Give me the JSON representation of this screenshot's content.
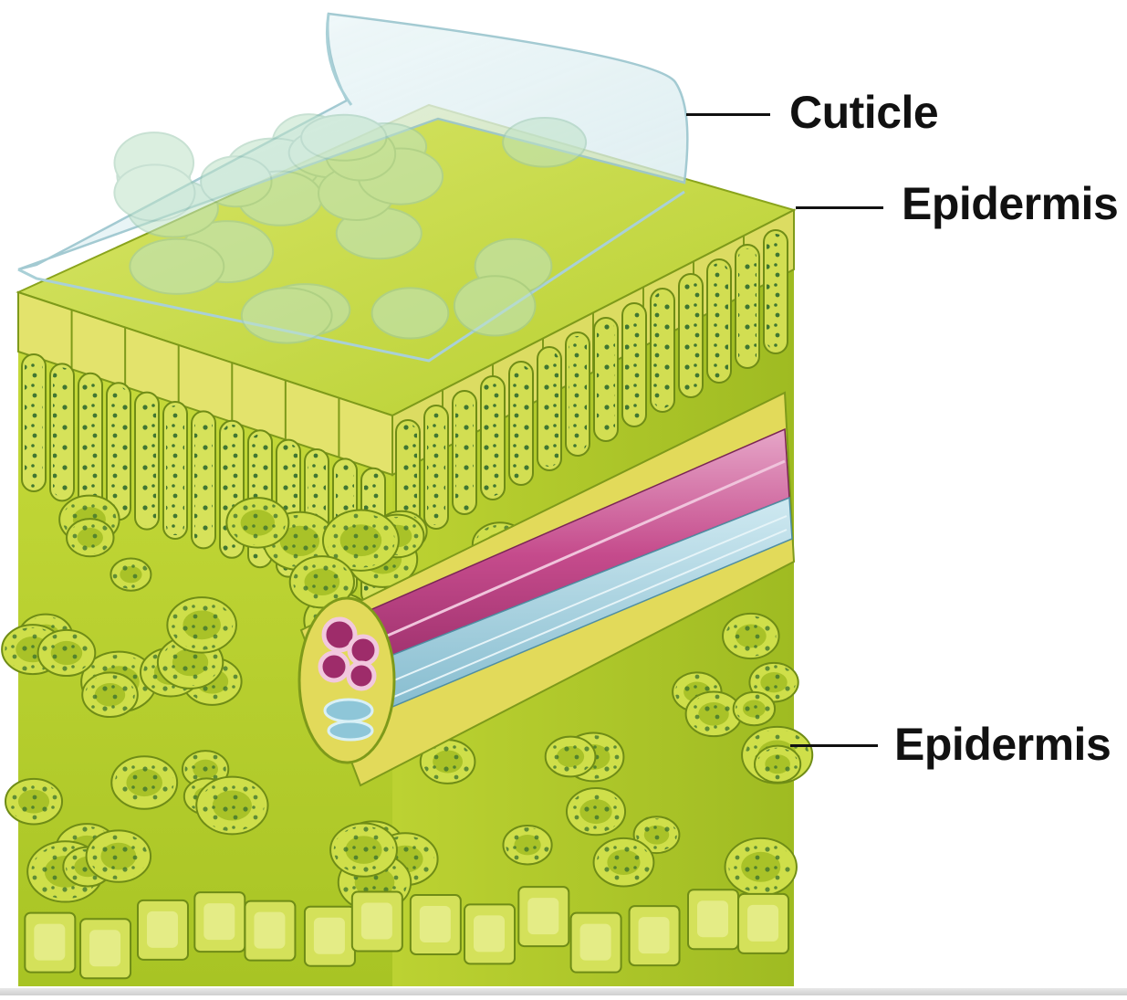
{
  "labels": {
    "cuticle": "Cuticle",
    "upper_epidermis": "Epidermis",
    "lower_epidermis": "Epidermis"
  },
  "colors": {
    "leaf_green": "#c8d83a",
    "cell_wall_yellow": "#e2e06a",
    "chloroplast": "#2f6a2e",
    "xylem_pink": "#c8488c",
    "phloem_blue": "#8ec6d8",
    "cuticle_film": "#dceff2"
  }
}
